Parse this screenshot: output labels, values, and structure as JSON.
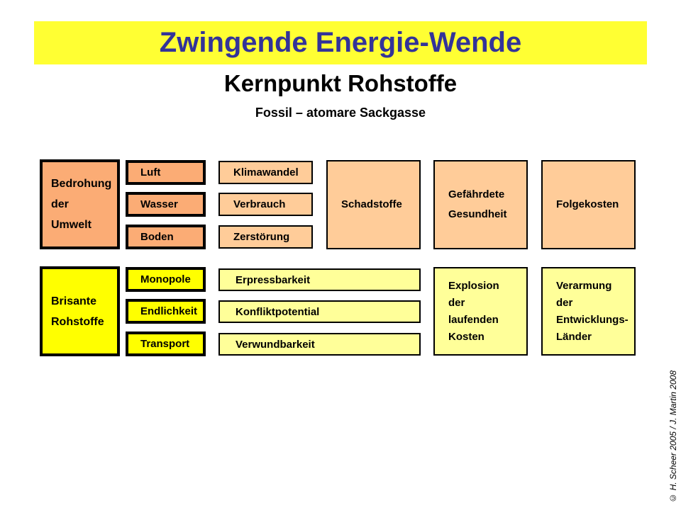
{
  "header": {
    "banner_title": "Zwingende Energie-Wende",
    "subtitle": "Kernpunkt Rohstoffe",
    "tagline": "Fossil – atomare Sackgasse"
  },
  "colors": {
    "banner_yellow": "#FFFF33",
    "title_blue": "#333399",
    "orange_dark": "#FBAC75",
    "orange_light": "#FFCC99",
    "yellow_bright": "#FFFF00",
    "yellow_light": "#FFFF99"
  },
  "diagram": {
    "row1": {
      "lead_lines": [
        "Bedrohung",
        "der",
        "Umwelt"
      ],
      "small": [
        "Luft",
        "Wasser",
        "Boden"
      ],
      "mid": [
        "Klimawandel",
        "Verbrauch",
        "Zerstörung"
      ],
      "big1": [
        "Schadstoffe"
      ],
      "big2": [
        "Gefährdete",
        "Gesundheit"
      ],
      "big3": [
        "Folgekosten"
      ]
    },
    "row2": {
      "lead_lines": [
        "Brisante",
        "Rohstoffe"
      ],
      "small": [
        "Monopole",
        "Endlichkeit",
        "Transport"
      ],
      "mid": [
        "Erpressbarkeit",
        "Konfliktpotential",
        "Verwundbarkeit"
      ],
      "big1": [
        "Explosion",
        "der",
        "laufenden",
        "Kosten"
      ],
      "big2": [
        "Verarmung",
        "der",
        "Entwicklungs-",
        "Länder"
      ]
    }
  },
  "footer": {
    "copyright": "© H. Scheer 2005 / J. Martin 2008"
  }
}
